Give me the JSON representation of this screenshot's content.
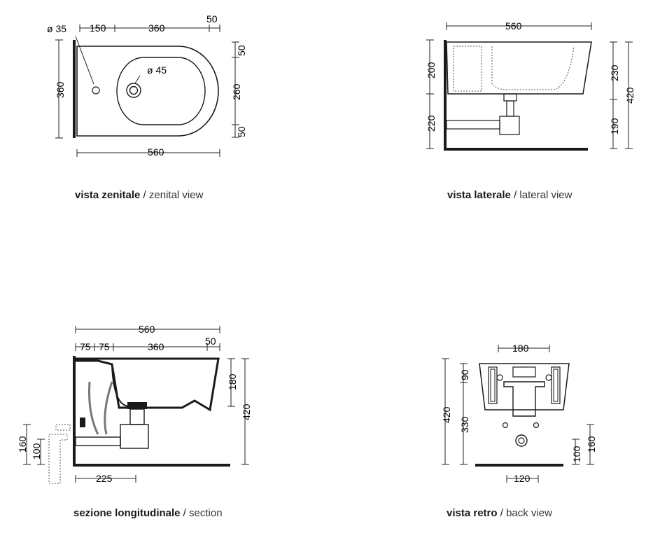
{
  "views": {
    "zenital": {
      "caption_it": "vista zenitale",
      "caption_sep": " / ",
      "caption_en": "zenital view",
      "dims": {
        "d_hole": "ø 35",
        "d_drain": "ø 45",
        "w150": "150",
        "w360": "360",
        "w50": "50",
        "h360": "360",
        "h50a": "50",
        "h260": "260",
        "h50b": "50",
        "w560": "560"
      }
    },
    "lateral": {
      "caption_it": "vista laterale",
      "caption_sep": " / ",
      "caption_en": "lateral view",
      "dims": {
        "w560": "560",
        "h200": "200",
        "h220": "220",
        "h230": "230",
        "h190": "190",
        "h420": "420"
      }
    },
    "section": {
      "caption_it": "sezione longitudinale",
      "caption_sep": " / ",
      "caption_en": "section",
      "dims": {
        "w560": "560",
        "w75a": "75",
        "w75b": "75",
        "w360": "360",
        "w50": "50",
        "h180": "180",
        "h420": "420",
        "h160": "160",
        "h100": "100",
        "w225": "225"
      }
    },
    "back": {
      "caption_it": "vista retro",
      "caption_sep": " / ",
      "caption_en": "back view",
      "dims": {
        "w180": "180",
        "h90": "90",
        "h420": "420",
        "h330": "330",
        "h100": "100",
        "h160": "160",
        "w120": "120"
      }
    }
  }
}
